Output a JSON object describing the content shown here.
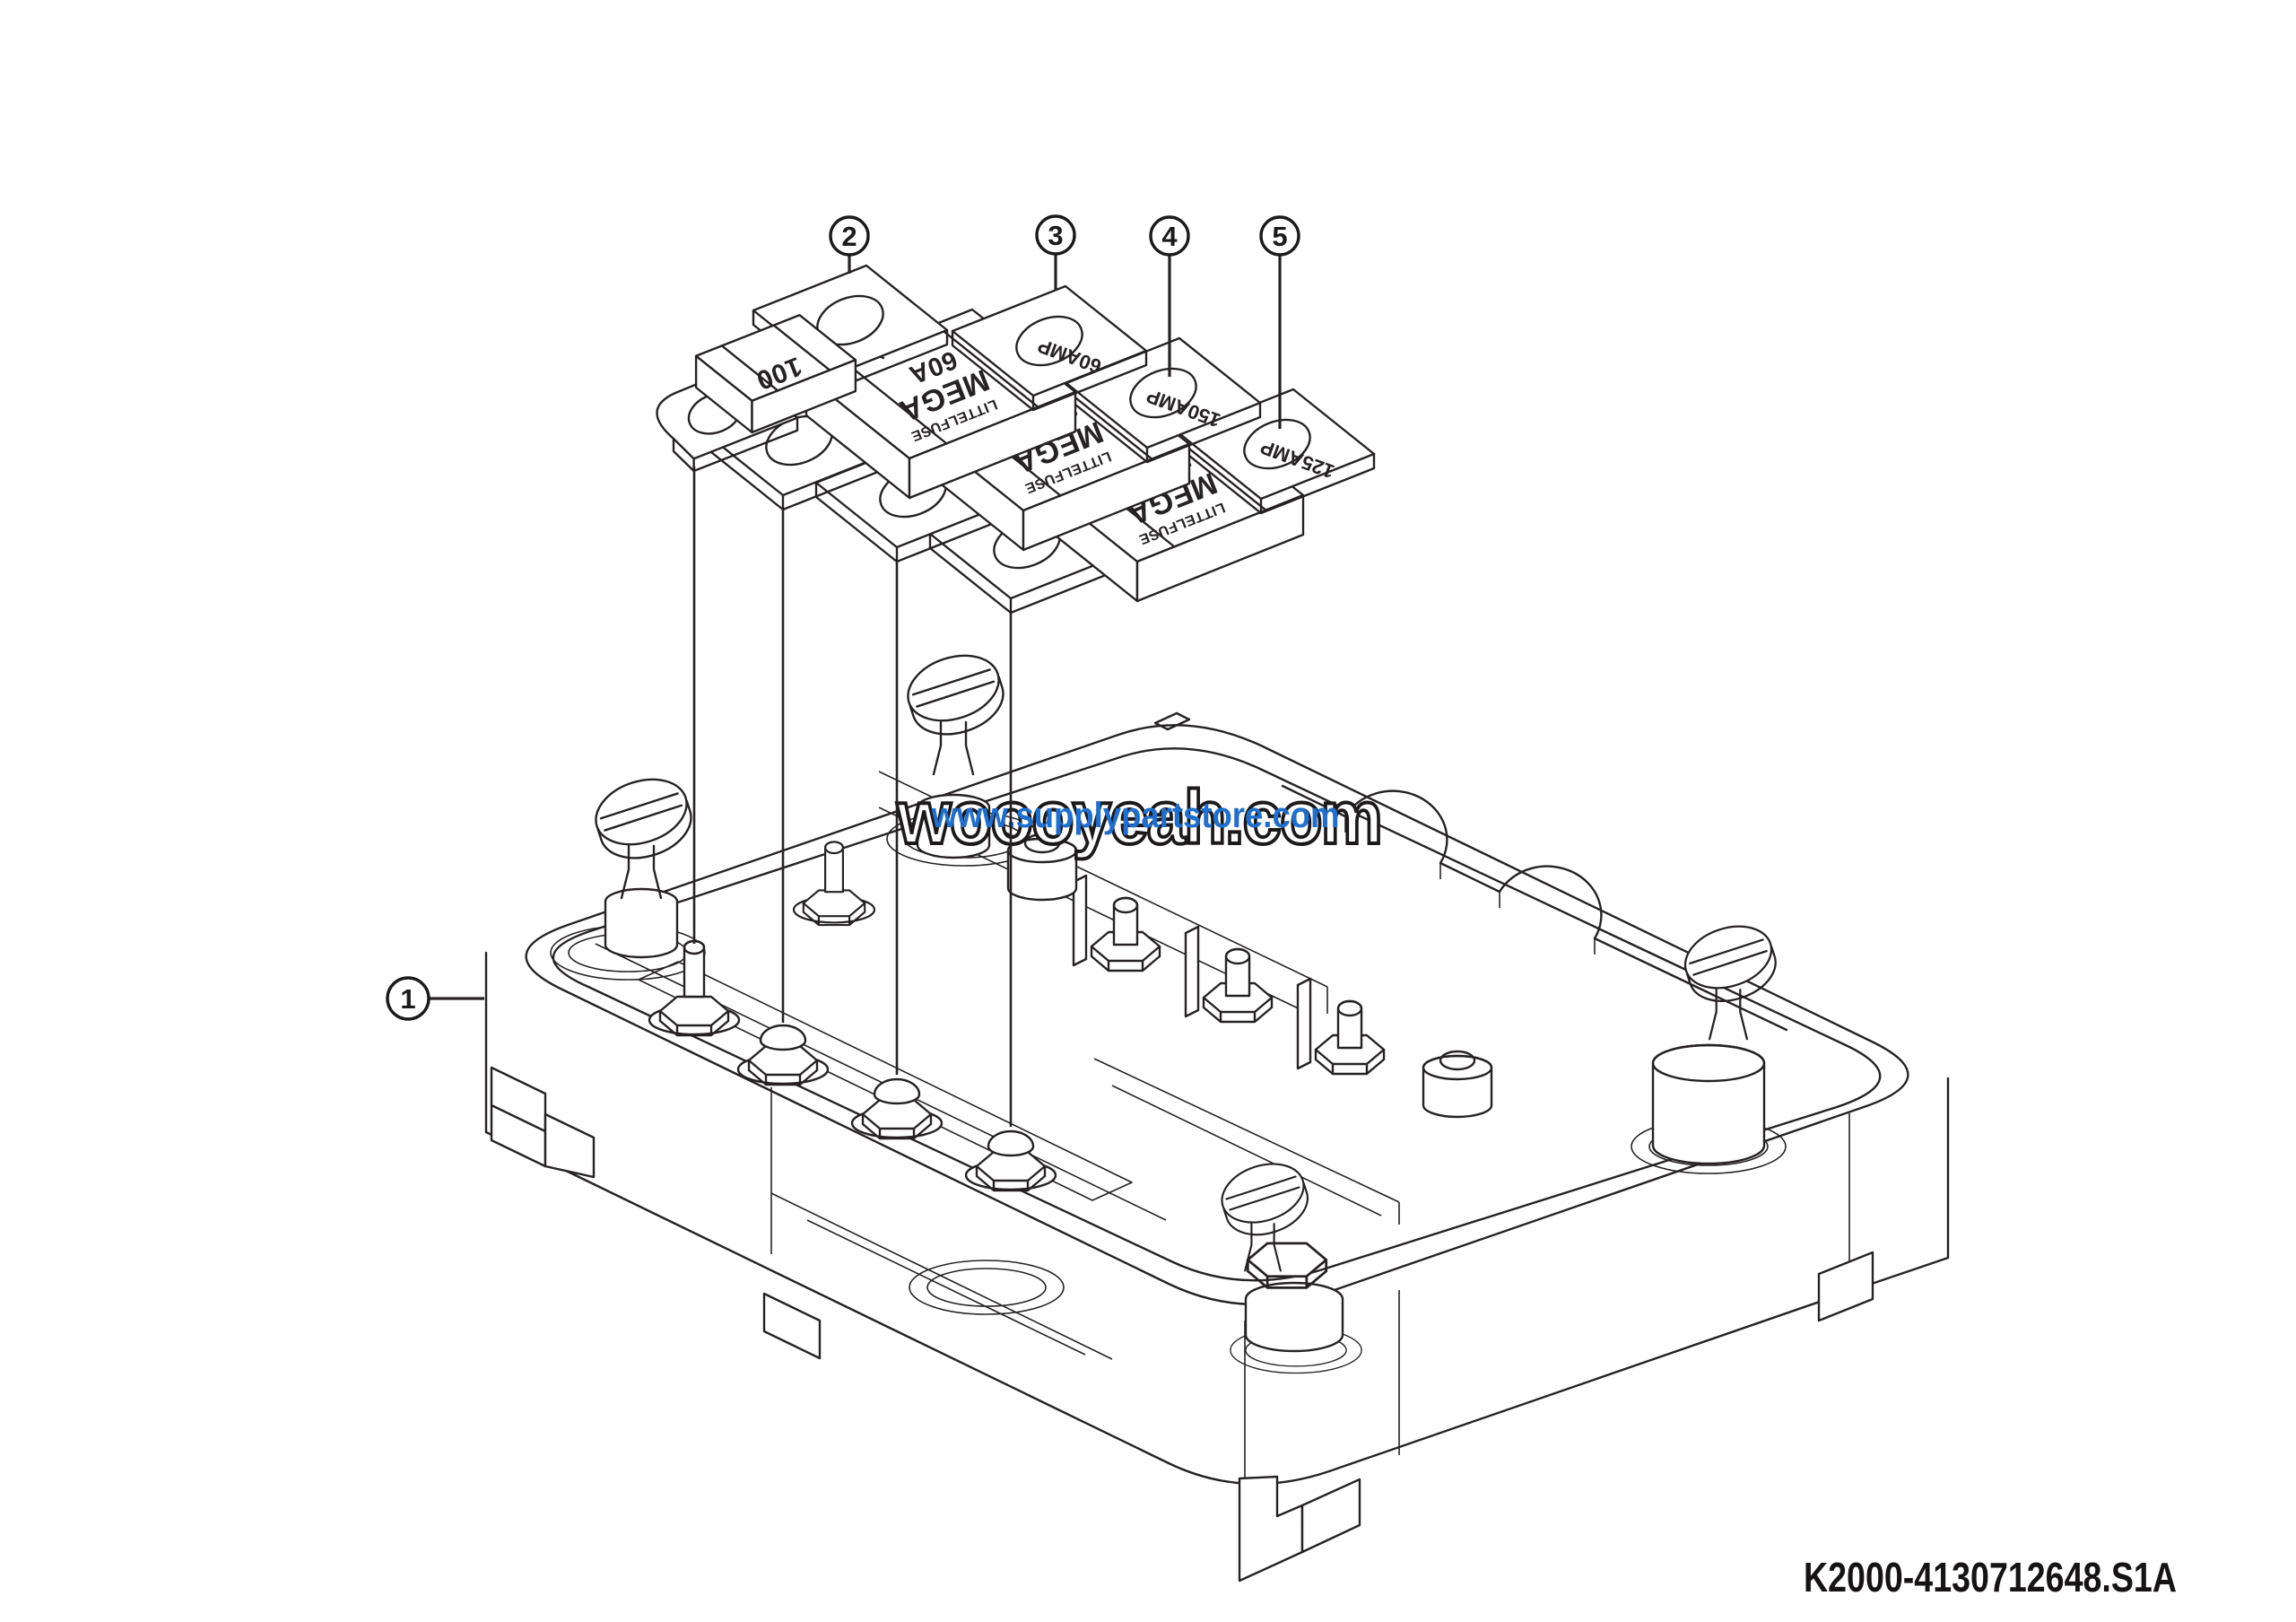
{
  "diagram": {
    "drawing_number": "K2000-4130712648.S1A",
    "watermark": {
      "overlay": "woooyeah.com",
      "url": "www.supplypartstore.com",
      "url_color": "#1e6fd0"
    },
    "callouts": {
      "c1": "1",
      "c2": "2",
      "c3": "3",
      "c4": "4",
      "c5": "5"
    },
    "parts": {
      "terminal_fuse": {
        "marking": "100"
      },
      "fuses": [
        {
          "brand": "LITTELFUSE",
          "series": "MEGA",
          "rating": "60A",
          "tab_label": "60AMP"
        },
        {
          "brand": "LITTELFUSE",
          "series": "MEGA",
          "rating": "150A",
          "tab_label": "150AMP"
        },
        {
          "brand": "LITTELFUSE",
          "series": "MEGA",
          "rating": "125A",
          "tab_label": "125AMP"
        }
      ]
    },
    "colors": {
      "line": "#262223",
      "background": "#ffffff",
      "watermark_blue": "#1e6fd0"
    }
  }
}
